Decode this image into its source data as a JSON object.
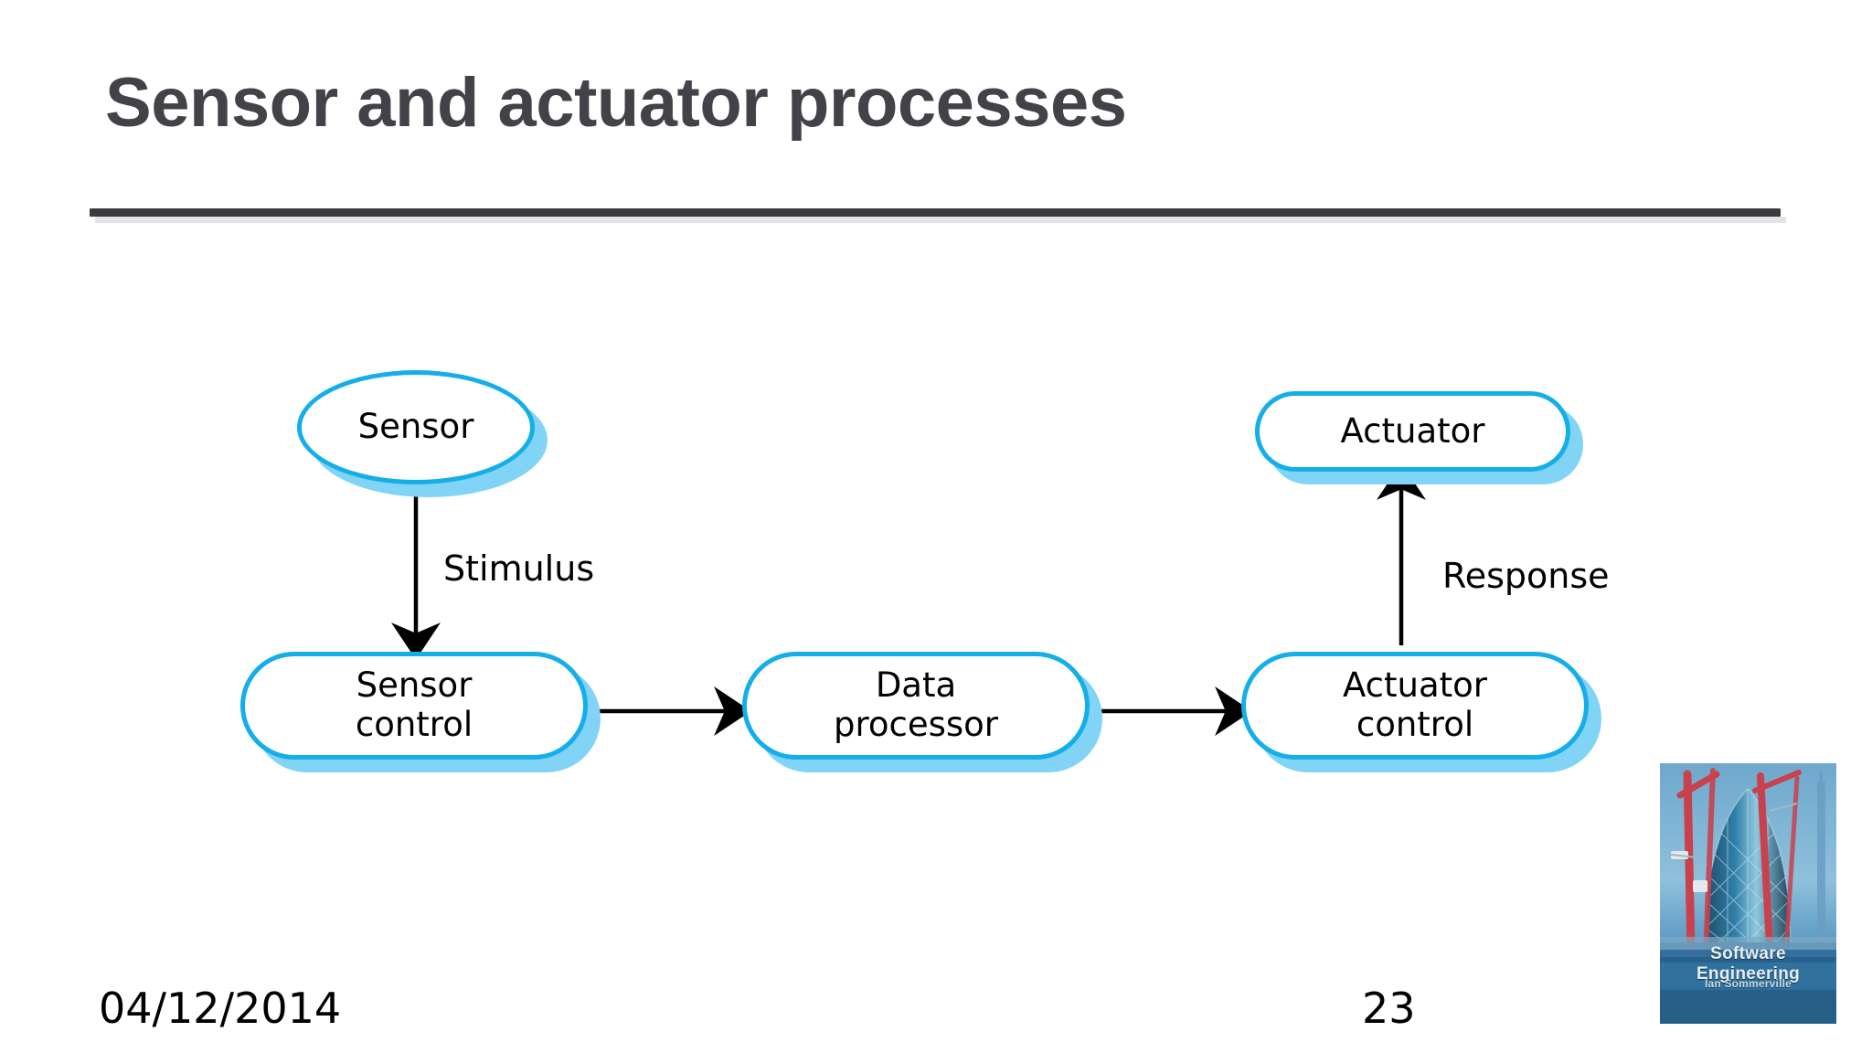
{
  "slide": {
    "title": "Sensor and actuator processes",
    "title_color": "#434249",
    "background_color": "#ffffff",
    "accent_color": "#14aee8",
    "shadow_color": "#81d4f5"
  },
  "diagram": {
    "nodes": [
      {
        "id": "sensor",
        "label": "Sensor",
        "shape": "ellipse"
      },
      {
        "id": "actuator",
        "label": "Actuator",
        "shape": "pill"
      },
      {
        "id": "sensor_control",
        "label": "Sensor\ncontrol",
        "shape": "pill",
        "line1": "Sensor",
        "line2": "control"
      },
      {
        "id": "data_processor",
        "label": "Data\nprocessor",
        "shape": "pill",
        "line1": "Data",
        "line2": "processor"
      },
      {
        "id": "actuator_control",
        "label": "Actuator\ncontrol",
        "shape": "pill",
        "line1": "Actuator",
        "line2": "control"
      }
    ],
    "edges": [
      {
        "from": "sensor",
        "to": "sensor_control",
        "label": "Stimulus",
        "direction": "down"
      },
      {
        "from": "sensor_control",
        "to": "data_processor",
        "label": "",
        "direction": "right"
      },
      {
        "from": "data_processor",
        "to": "actuator_control",
        "label": "",
        "direction": "right"
      },
      {
        "from": "actuator_control",
        "to": "actuator",
        "label": "Response",
        "direction": "up"
      }
    ]
  },
  "footer": {
    "date": "04/12/2014",
    "page_number": "23"
  },
  "book_cover": {
    "title": "Software Engineering",
    "author": "Ian Sommerville"
  }
}
